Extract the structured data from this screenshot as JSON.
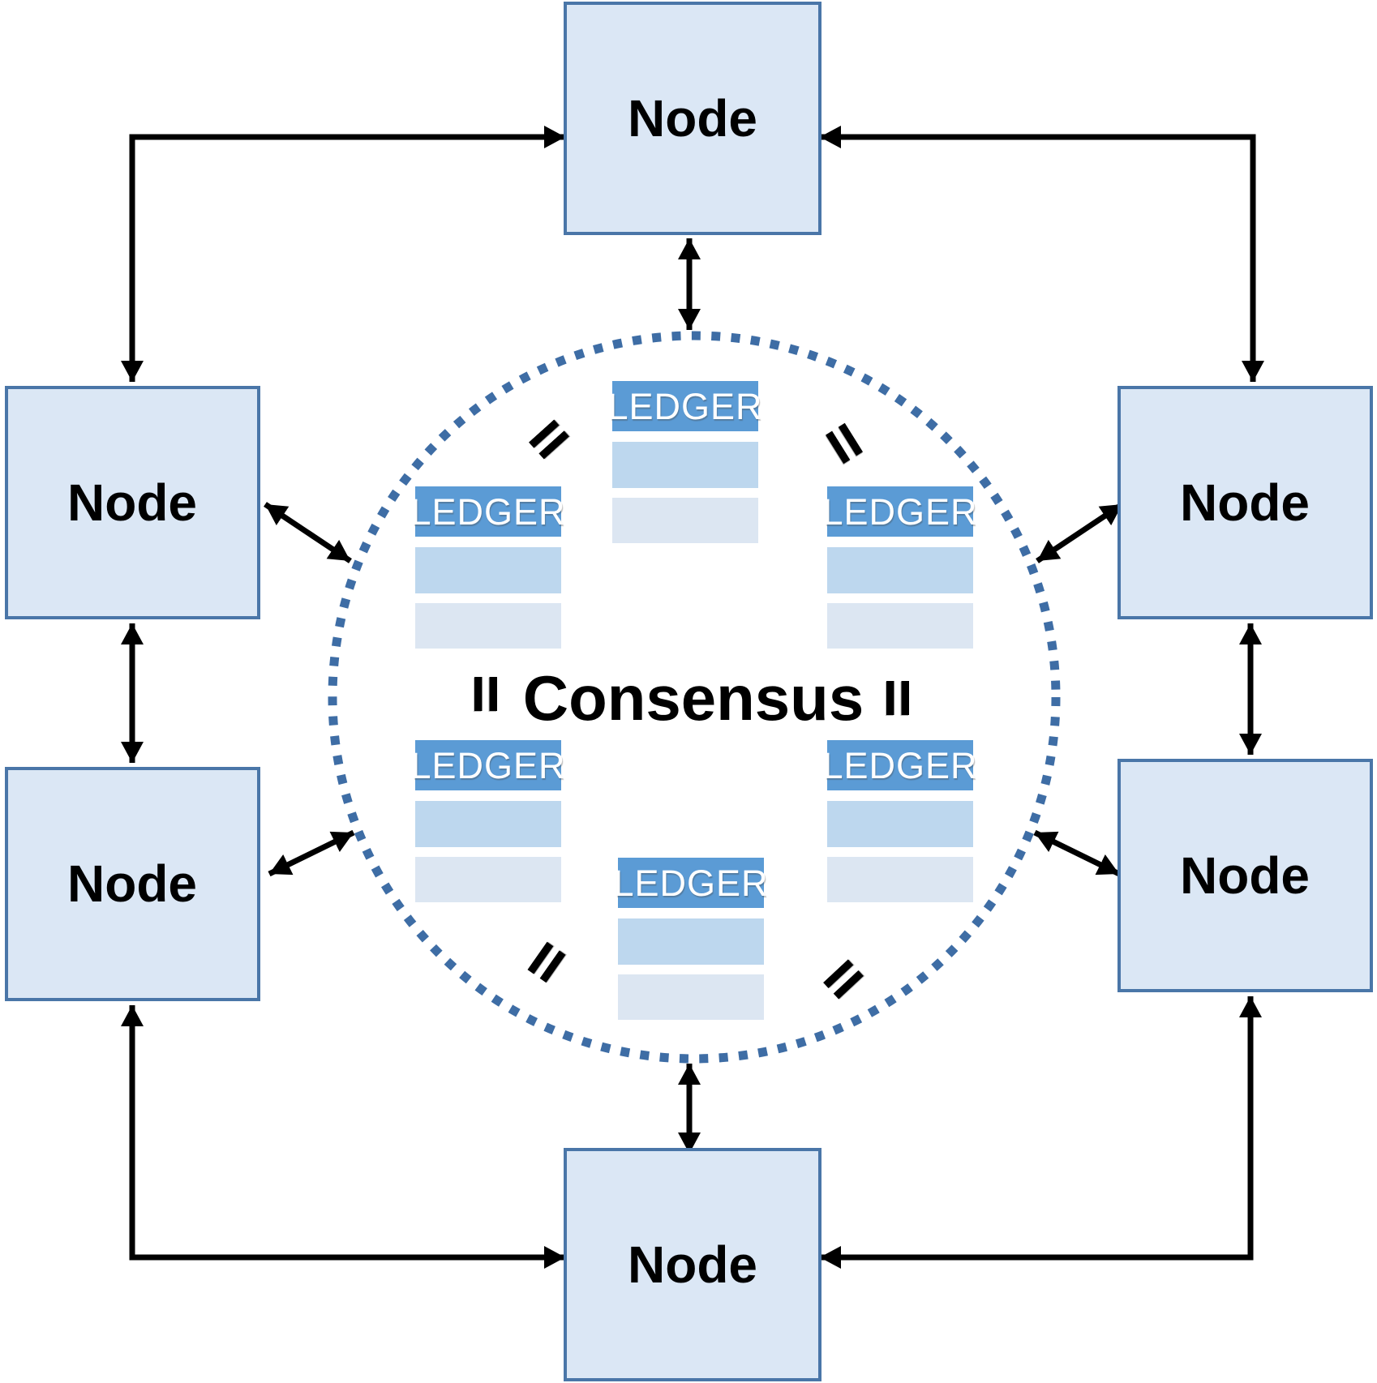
{
  "center": {
    "label": "Consensus"
  },
  "nodes": [
    {
      "position": "top",
      "label": "Node"
    },
    {
      "position": "left-upper",
      "label": "Node"
    },
    {
      "position": "left-lower",
      "label": "Node"
    },
    {
      "position": "right-upper",
      "label": "Node"
    },
    {
      "position": "right-lower",
      "label": "Node"
    },
    {
      "position": "bottom",
      "label": "Node"
    }
  ],
  "ledgers": [
    {
      "position": "top-center",
      "label": "LEDGER"
    },
    {
      "position": "upper-left",
      "label": "LEDGER"
    },
    {
      "position": "upper-right",
      "label": "LEDGER"
    },
    {
      "position": "lower-left",
      "label": "LEDGER"
    },
    {
      "position": "lower-right",
      "label": "LEDGER"
    },
    {
      "position": "bottom-center",
      "label": "LEDGER"
    }
  ],
  "equals_marks": {
    "symbol": "=",
    "count": 6
  },
  "colors": {
    "node_fill": "#dbe7f5",
    "node_border": "#4a76a8",
    "ledger_header": "#5b9bd5",
    "ledger_row1": "#bdd7ee",
    "ledger_row2": "#dce6f2",
    "circle_dots": "#3e6da5",
    "arrow": "#000000",
    "node_text": "#000000",
    "ledger_text": "#ffffff"
  }
}
